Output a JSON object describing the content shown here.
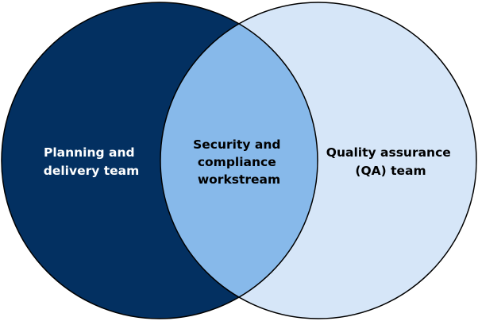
{
  "diagram": {
    "type": "venn",
    "sets": [
      {
        "id": "planning",
        "label_lines": [
          "Planning and",
          "delivery team"
        ],
        "fill": "#033061",
        "text_color": "#ffffff"
      },
      {
        "id": "qa",
        "label_lines": [
          "Quality assurance",
          "(QA) team"
        ],
        "fill": "#d6e6f8",
        "text_color": "#000000"
      }
    ],
    "intersection": {
      "label_lines": [
        "Security and",
        "compliance",
        "workstream"
      ],
      "fill": "#87b9ea",
      "text_color": "#000000"
    },
    "outline_color": "#000000"
  }
}
